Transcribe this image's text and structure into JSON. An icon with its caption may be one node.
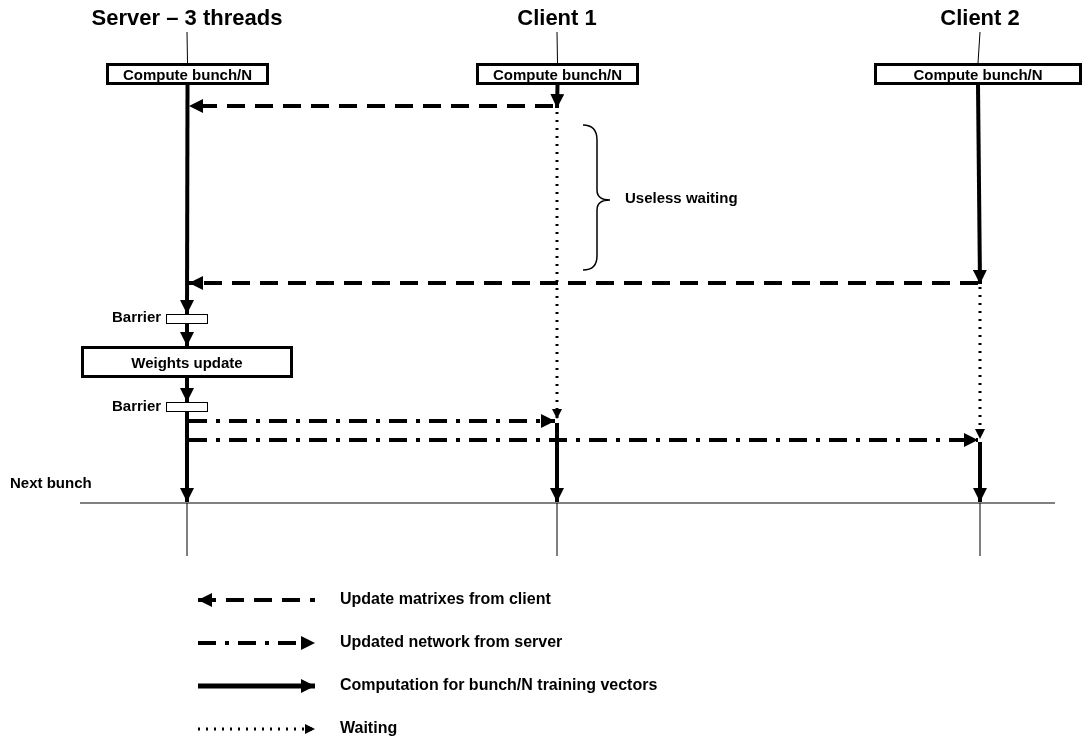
{
  "diagram": {
    "nodes": [
      {
        "text": [
          "Server – 3 threads"
        ]
      },
      {
        "text": [
          "Client 1"
        ]
      },
      {
        "text": [
          "Client 2"
        ]
      },
      {
        "text": [
          "Compute bunch/N"
        ]
      },
      {
        "text": [
          "Compute bunch/N"
        ]
      },
      {
        "text": [
          "Compute bunch/N"
        ]
      },
      {
        "text": [],
        "shape": "bar",
        "beside": [
          "Barrier"
        ]
      },
      {
        "text": [
          "Weights update"
        ]
      },
      {
        "text": [],
        "shape": "bar",
        "beside": [
          "Barrier"
        ]
      }
    ],
    "edges": [
      {
        "from": 0,
        "to": 3,
        "arrow": "none"
      },
      {
        "from": 1,
        "to": 4,
        "arrow": "none"
      },
      {
        "from": 2,
        "to": 5,
        "arrow": "none"
      },
      {
        "from": 3,
        "to": 6,
        "arrow": "to"
      },
      {
        "from": 6,
        "to": 7,
        "arrow": "to"
      },
      {
        "from": 7,
        "to": 8,
        "arrow": "to"
      },
      {
        "from": 8,
        "to": null,
        "arrow": "to"
      },
      {
        "from": 4,
        "to": null,
        "arrow": "to"
      },
      {
        "from": 5,
        "to": null,
        "arrow": "to"
      }
    ],
    "labels": [
      "Useless waiting",
      "Next bunch"
    ],
    "legend": [
      {
        "text": "Update matrixes from client"
      },
      {
        "text": "Updated network from server"
      },
      {
        "text": "Computation for bunch/N training vectors"
      },
      {
        "text": "Waiting"
      }
    ]
  }
}
